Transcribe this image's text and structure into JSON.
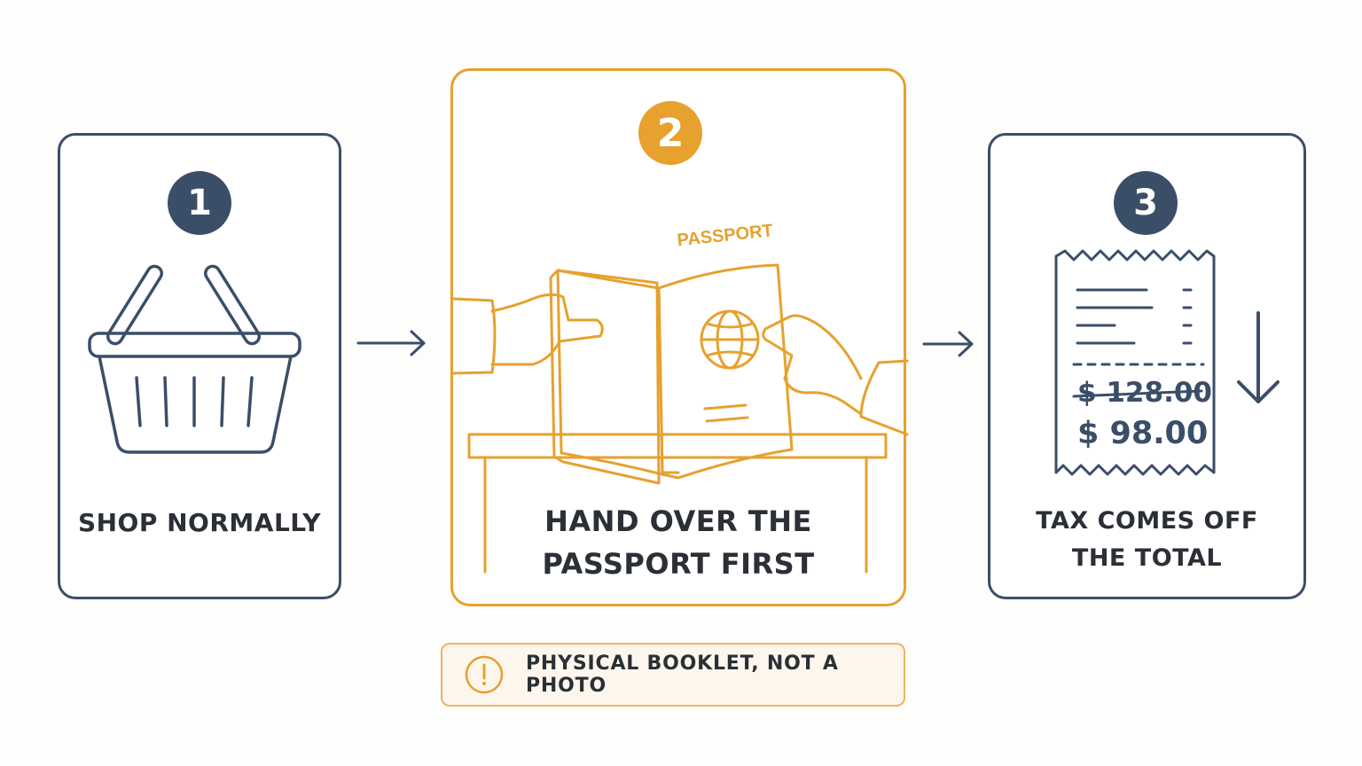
{
  "colors": {
    "navy": "#3b4e68",
    "orange": "#e6a12e",
    "note_bg": "#fdf6ec",
    "note_border": "#e9b565",
    "text": "#2b2f36"
  },
  "steps": [
    {
      "number": "1",
      "label": "SHOP NORMALLY",
      "icon": "shopping-basket-icon"
    },
    {
      "number": "2",
      "label_lines": [
        "HAND OVER THE",
        "PASSPORT FIRST"
      ],
      "icon": "passport-handover-icon",
      "passport_text": "PASSPORT"
    },
    {
      "number": "3",
      "label_lines": [
        "TAX COMES OFF",
        "THE TOTAL"
      ],
      "icon": "receipt-icon",
      "old_price": "$ 128.00",
      "new_price": "$ 98.00"
    }
  ],
  "connectors": [
    "arrow-right-icon",
    "arrow-right-icon"
  ],
  "note": {
    "icon": "exclamation-circle-icon",
    "text": "PHYSICAL BOOKLET, NOT A PHOTO"
  }
}
